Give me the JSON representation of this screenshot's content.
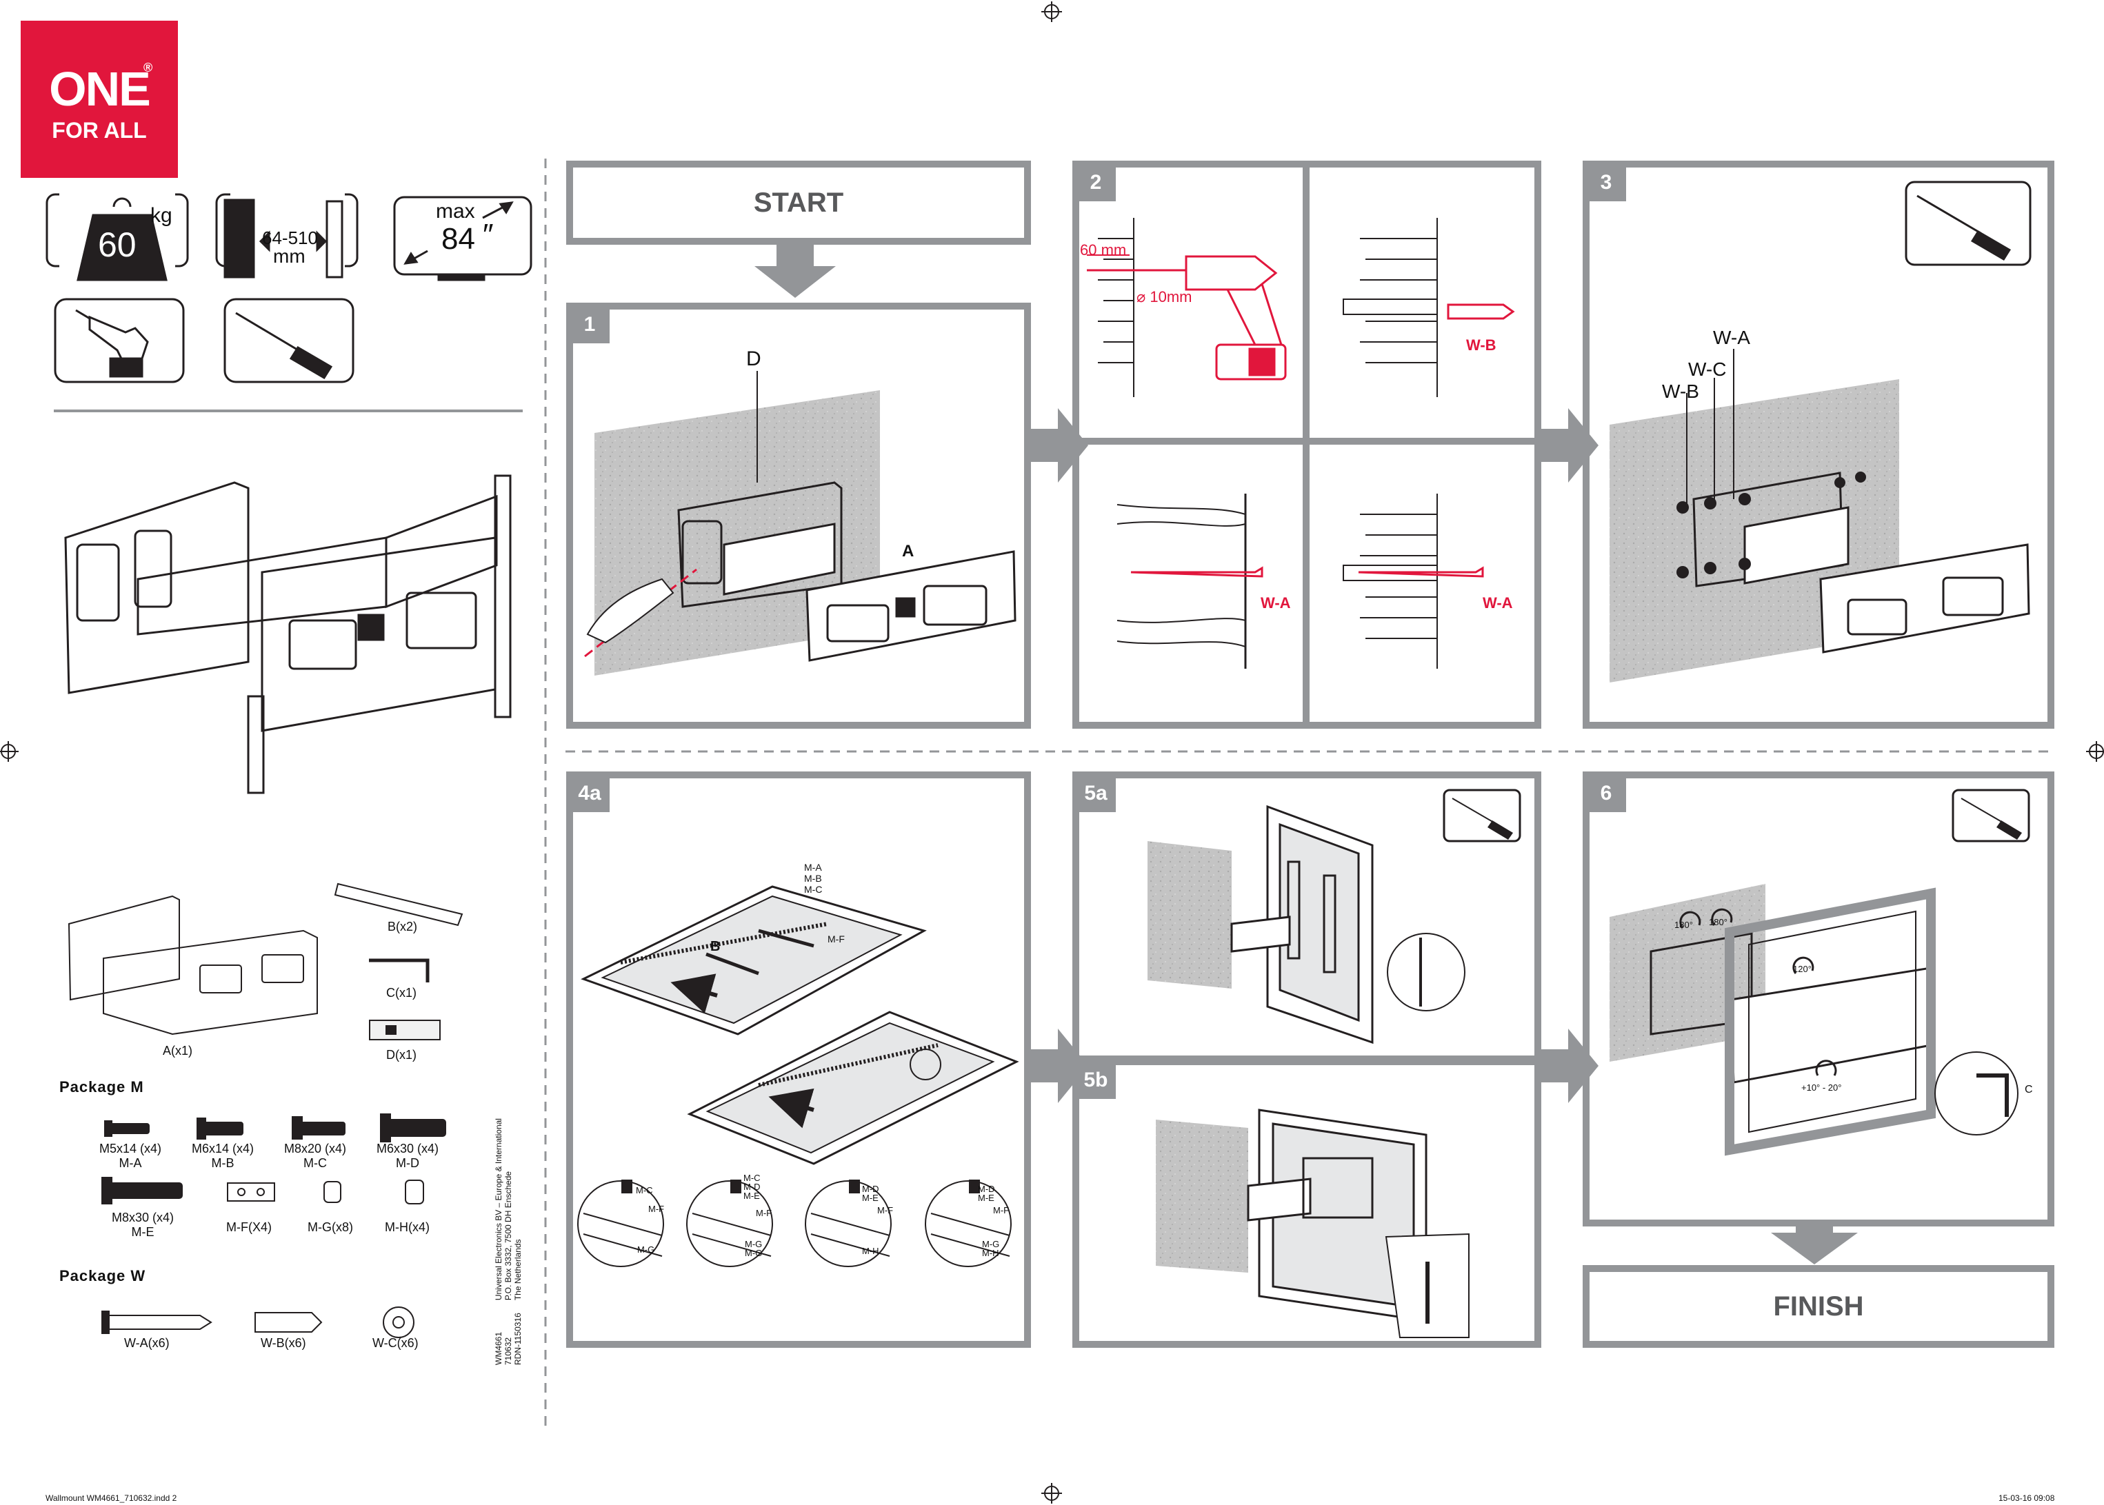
{
  "brand": {
    "line1": "ONE",
    "line2": "FOR ALL",
    "registered": "®"
  },
  "specs": {
    "weight_value": "60",
    "weight_unit": "kg",
    "depth_value": "64-510",
    "depth_unit": "mm",
    "screen_prefix": "max",
    "screen_value": "84",
    "screen_unit": "″"
  },
  "parts_overview": {
    "a": "A(x1)",
    "b": "B(x2)",
    "c": "C(x1)",
    "d": "D(x1)"
  },
  "package_m": {
    "title": "Package M",
    "items": [
      {
        "size": "M5x14 (x4)",
        "code": "M-A"
      },
      {
        "size": "M6x14 (x4)",
        "code": "M-B"
      },
      {
        "size": "M8x20 (x4)",
        "code": "M-C"
      },
      {
        "size": "M6x30 (x4)",
        "code": "M-D"
      },
      {
        "size": "M8x30 (x4)",
        "code": "M-E"
      },
      {
        "size": "M-F(X4)",
        "code": ""
      },
      {
        "size": "M-G(x8)",
        "code": ""
      },
      {
        "size": "M-H(x4)",
        "code": ""
      }
    ]
  },
  "package_w": {
    "title": "Package W",
    "items": [
      "W-A(x6)",
      "W-B(x6)",
      "W-C(x6)"
    ]
  },
  "imprint": {
    "line1": "WM4661",
    "line2": "Universal Electronics BV – Europe & International",
    "line3": "P.O. Box 3332, 7500 DH Enschede",
    "line4": "The Netherlands",
    "line5": "710632",
    "line6": "RDN-1150316"
  },
  "steps": {
    "start": "START",
    "finish": "FINISH",
    "s1": {
      "num": "1",
      "label_d": "D",
      "label_a": "A"
    },
    "s2": {
      "num": "2",
      "depth": "60 mm",
      "diameter": "⌀ 10mm",
      "wb": "W-B",
      "wa1": "W-A",
      "wa2": "W-A"
    },
    "s3": {
      "num": "3",
      "wa": "W-A",
      "wc": "W-C",
      "wb": "W-B"
    },
    "s4a": {
      "num": "4a",
      "stack": "M-A\nM-B\nM-C",
      "mf": "M-F",
      "b": "B",
      "d1": {
        "a": "M-C",
        "b": "M-F",
        "c": "M-G"
      },
      "d2": {
        "a": "M-C\nM-D\nM-E",
        "b": "M-F",
        "c": "M-G\nM-G"
      },
      "d3": {
        "a": "M-D\nM-E",
        "b": "M-F",
        "c": "M-H"
      },
      "d4": {
        "a": "M-D\nM-E",
        "b": "M-F",
        "c": "M-G\nM-H"
      }
    },
    "s5a": {
      "num": "5a"
    },
    "s5b": {
      "num": "5b"
    },
    "s6": {
      "num": "6",
      "rot1": "180°",
      "rot2": "180°",
      "rot3": "120°",
      "tilt": "+10° - 20°",
      "c": "C"
    }
  },
  "footer": {
    "file": "Wallmount WM4661_710632.indd   2",
    "date": "15-03-16   09:08"
  }
}
